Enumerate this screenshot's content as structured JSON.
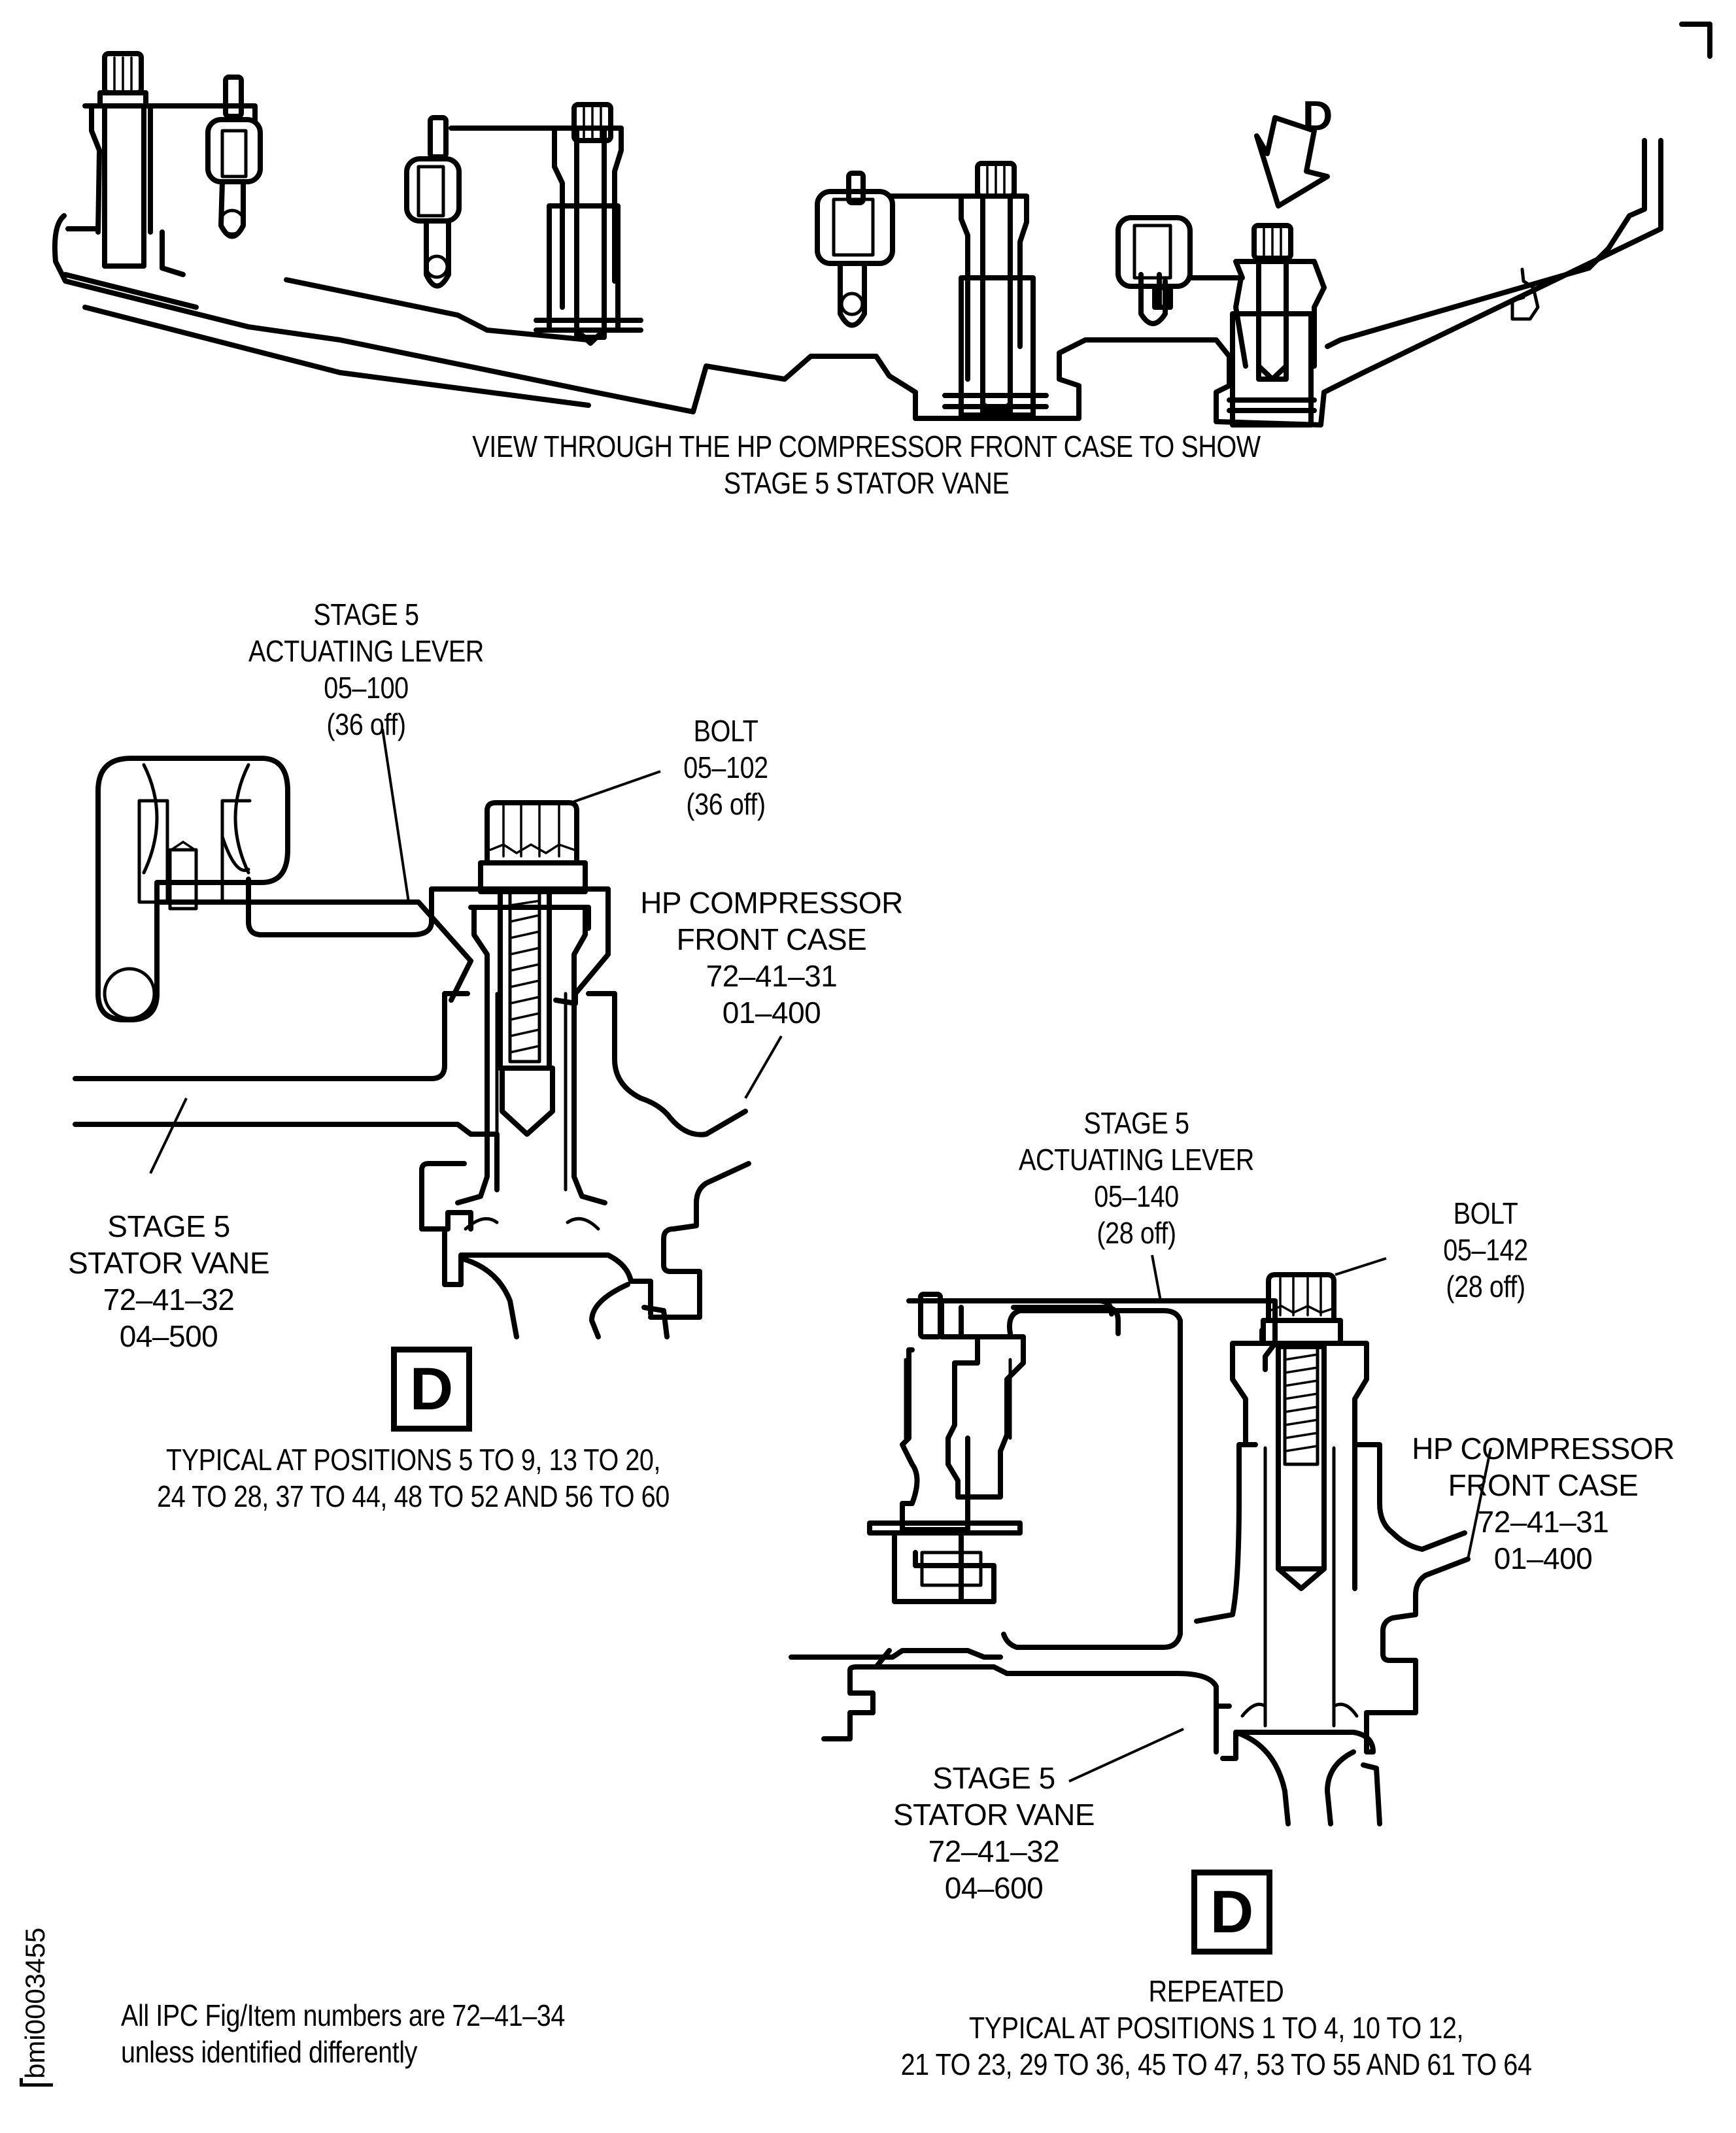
{
  "figure": {
    "figure_id": "bmi0003455",
    "note": [
      "All IPC Fig/Item numbers are 72–41–34",
      "unless identified differently"
    ]
  },
  "overview": {
    "view_pointer": "D",
    "caption": [
      "VIEW THROUGH THE HP COMPRESSOR FRONT CASE TO SHOW",
      "STAGE 5 STATOR VANE"
    ]
  },
  "detail_1": {
    "view_label": "D",
    "lever": [
      "STAGE 5",
      "ACTUATING LEVER",
      "05–100",
      "(36 off)"
    ],
    "bolt": [
      "BOLT",
      "05–102",
      "(36 off)"
    ],
    "front_case": [
      "HP COMPRESSOR",
      "FRONT CASE",
      "72–41–31",
      "01–400"
    ],
    "stator_vane": [
      "STAGE 5",
      "STATOR VANE",
      "72–41–32",
      "04–500"
    ],
    "caption": [
      "TYPICAL AT POSITIONS 5 TO 9, 13 TO 20,",
      "24 TO 28, 37 TO 44, 48 TO 52 AND 56 TO 60"
    ]
  },
  "detail_2": {
    "view_label": "D",
    "lever": [
      "STAGE 5",
      "ACTUATING LEVER",
      "05–140",
      "(28 off)"
    ],
    "bolt": [
      "BOLT",
      "05–142",
      "(28 off)"
    ],
    "front_case": [
      "HP COMPRESSOR",
      "FRONT CASE",
      "72–41–31",
      "01–400"
    ],
    "stator_vane": [
      "STAGE 5",
      "STATOR VANE",
      "72–41–32",
      "04–600"
    ],
    "caption": [
      "REPEATED",
      "TYPICAL AT POSITIONS 1 TO 4, 10 TO 12,",
      "21 TO 23, 29 TO 36, 45 TO 47, 53 TO 55 AND 61 TO 64"
    ]
  }
}
